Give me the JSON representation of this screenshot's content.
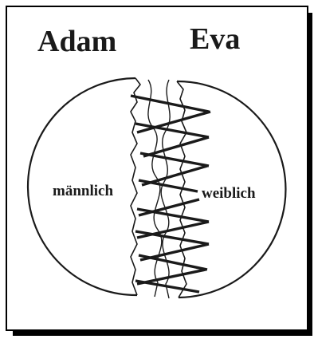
{
  "labels": {
    "left_title": "Adam",
    "right_title": "Eva",
    "left_half": "männlich",
    "right_half": "weiblich"
  },
  "colors": {
    "ink": "#1a1a1a",
    "background": "#ffffff",
    "shadow": "#000000"
  }
}
